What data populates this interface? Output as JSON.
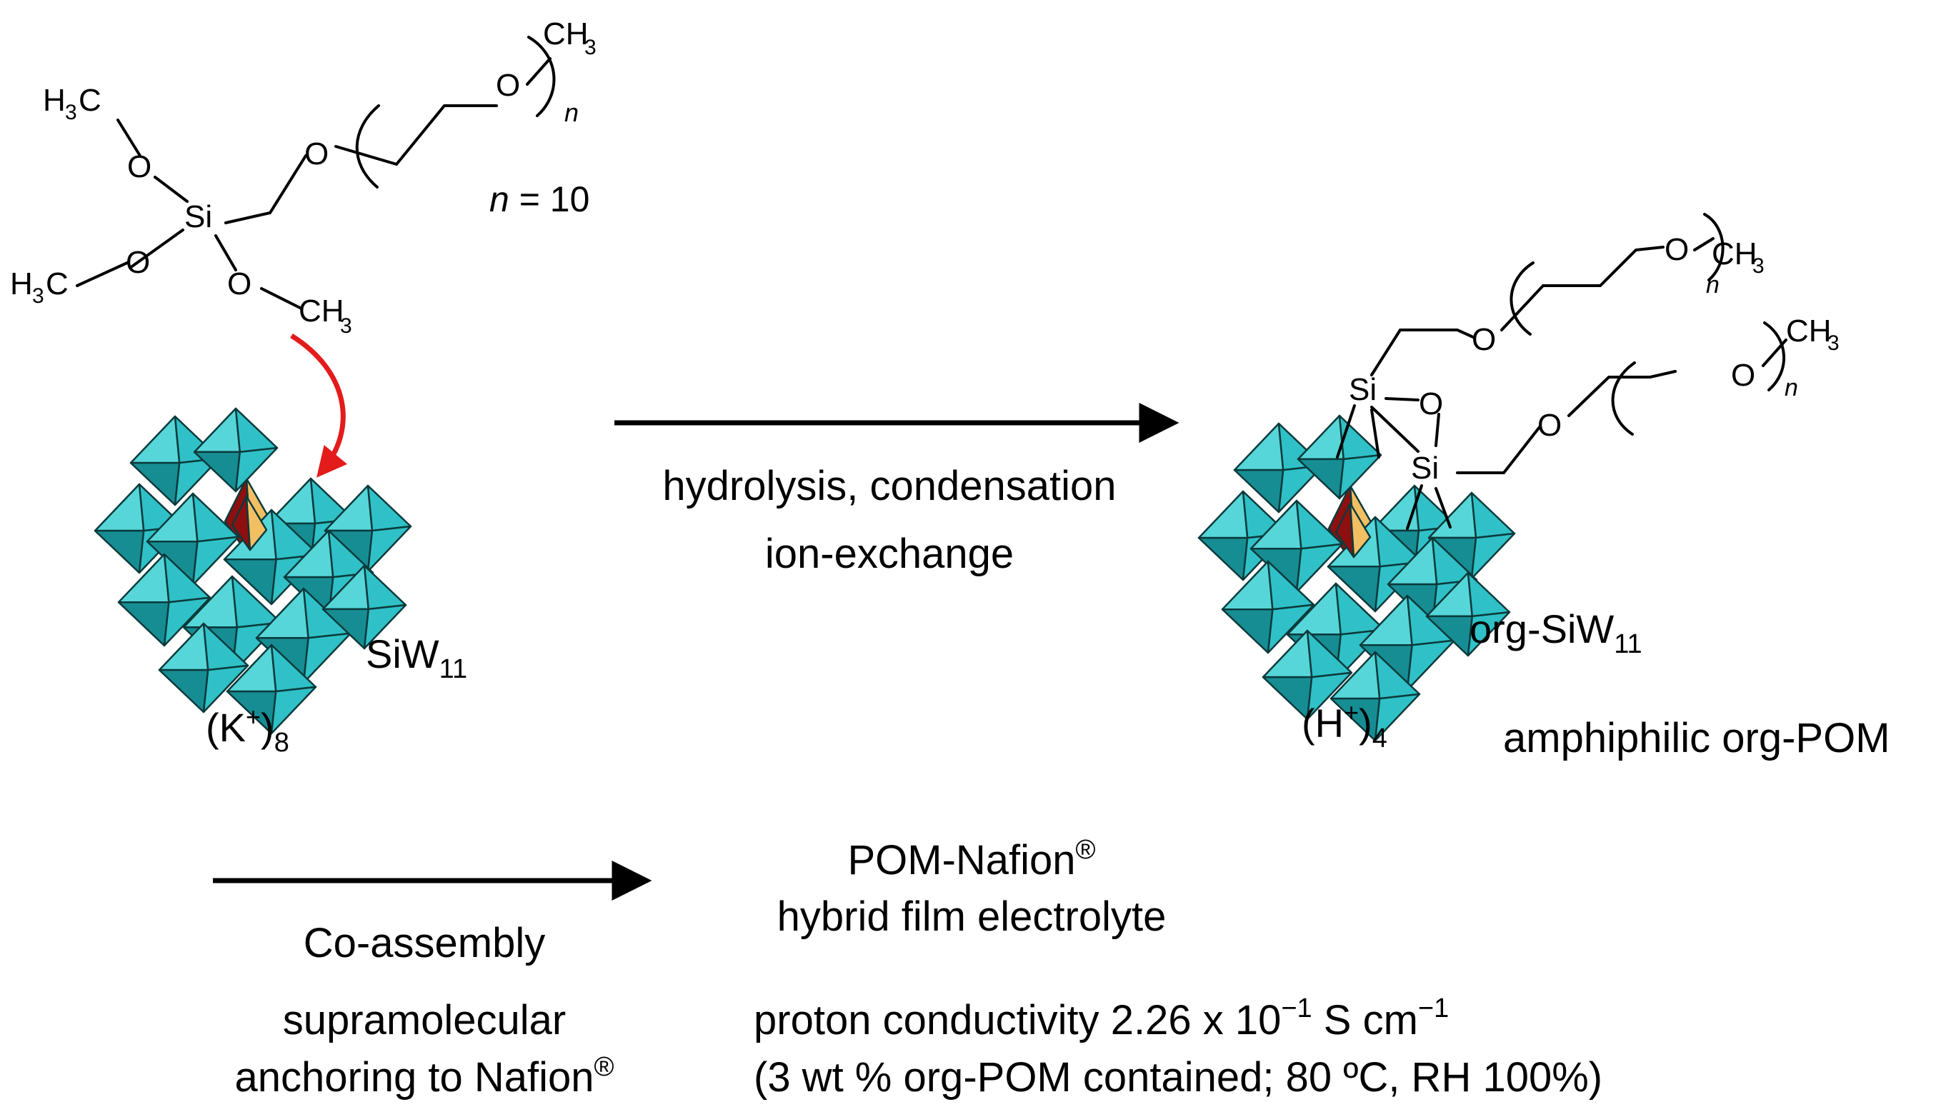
{
  "colors": {
    "polyhedra_face": "#2fc1c7",
    "polyhedra_face_light": "#56d6d8",
    "polyhedra_face_dark": "#168d93",
    "polyhedra_edge": "#0b3a3c",
    "tetra_red": "#8e0f0f",
    "tetra_orange": "#f3bf63",
    "arrow_red": "#e31b1b",
    "text": "#000000"
  },
  "reagent": {
    "atoms": {
      "methyl_top_h": "H",
      "methyl_top_sub": "3",
      "methyl_top_c": "C",
      "o_a": "O",
      "si": "Si",
      "methyl_left_h": "H",
      "methyl_left_sub": "3",
      "methyl_left_c": "C",
      "o_b": "O",
      "o_c": "O",
      "methyl_bottom_c": "CH",
      "methyl_bottom_sub": "3",
      "o_chain": "O",
      "o_repeat": "O",
      "methyl_end_c": "CH",
      "methyl_end_sub": "3",
      "subscript_n": "n"
    },
    "n_label_var": "n",
    "n_label_value": " = 10"
  },
  "left_cluster": {
    "name": "SiW",
    "name_sub": "11",
    "counterion_open": "(K",
    "counterion_sup": "+",
    "counterion_close": ")",
    "counterion_sub": "8"
  },
  "reaction_arrow_1": {
    "line1": "hydrolysis, condensation",
    "line2": "ion-exchange"
  },
  "product": {
    "atoms": {
      "si_1": "Si",
      "si_2": "Si",
      "o_bridge": "O",
      "o_chain_1": "O",
      "o_repeat_1": "O",
      "ch3_1": "CH",
      "ch3_1_sub": "3",
      "n_1": "n",
      "o_chain_2": "O",
      "o_repeat_2": "O",
      "ch3_2": "CH",
      "ch3_2_sub": "3",
      "n_2": "n"
    },
    "name": "org-SiW",
    "name_sub": "11",
    "counterion_open": "(H",
    "counterion_sup": "+",
    "counterion_close": ")",
    "counterion_sub": "4",
    "description": "amphiphilic org-POM"
  },
  "reaction_arrow_2": {
    "label1": "Co-assembly",
    "label2": "supramolecular",
    "label3": "anchoring to Nafion",
    "label3_sup": "®"
  },
  "result": {
    "line1": "POM-Nafion",
    "line1_sup": "®",
    "line2": "hybrid film electrolyte",
    "conductivity_prefix": "proton conductivity  2.26 x 10",
    "conductivity_exp1": "−1",
    "conductivity_unit": " S cm",
    "conductivity_exp2": "−1",
    "conditions": "(3 wt % org-POM contained; 80 ºC, RH 100%)"
  }
}
